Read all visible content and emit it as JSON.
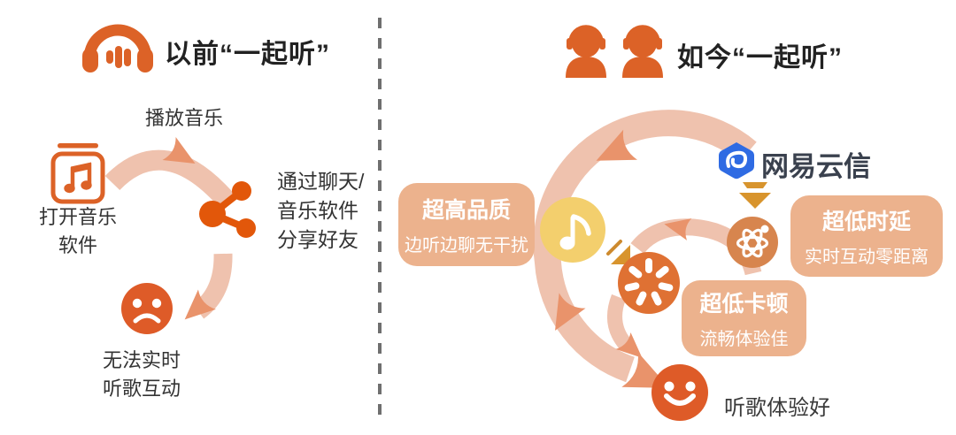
{
  "left": {
    "title": "以前“一起听”",
    "play_label": "播放音乐",
    "open_label": [
      "打开音乐",
      "软件"
    ],
    "share_label": [
      "通过聊天/",
      "音乐软件",
      "分享好友"
    ],
    "result_label": [
      "无法实时",
      "听歌互动"
    ]
  },
  "right": {
    "title": "如今“一起听”",
    "brand": "网易云信",
    "cards": [
      {
        "title": "超高品质",
        "subtitle": "边听边聊无干扰"
      },
      {
        "title": "超低时延",
        "subtitle": "实时互动零距离"
      },
      {
        "title": "超低卡顿",
        "subtitle": "流畅体验佳"
      }
    ],
    "result_label": "听歌体验好"
  },
  "icons": {
    "headphones-icon": "🎧",
    "listener-icon": "👤+🎧",
    "music-app-icon": "♫ app",
    "share-icon": "share-nodes",
    "sad-face-icon": "☹",
    "happy-face-icon": "☺",
    "music-note-icon": "♪",
    "atom-icon": "⚛",
    "spinner-icon": "✳",
    "brand-logo-icon": "netease-yunxin",
    "down-arrow-icon": "▼",
    "speed-slash-icon": "⫻"
  },
  "colors": {
    "primary_orange": "#DC6227",
    "share_orange": "#E2570A",
    "face_orange": "#DE5B28",
    "spinner_orange": "#DF7133",
    "atom_orange": "#D7854E",
    "flow_arc": "#EFC2AE",
    "flow_arrow": "#E9936B",
    "card_bg": "#ECB28D",
    "note_yellow": "#F3CF6D",
    "amber": "#D8942D",
    "brand_blue": "#2F6BE3",
    "divider_gray": "#6F6F6F",
    "text_dark": "#2B2B2B"
  }
}
